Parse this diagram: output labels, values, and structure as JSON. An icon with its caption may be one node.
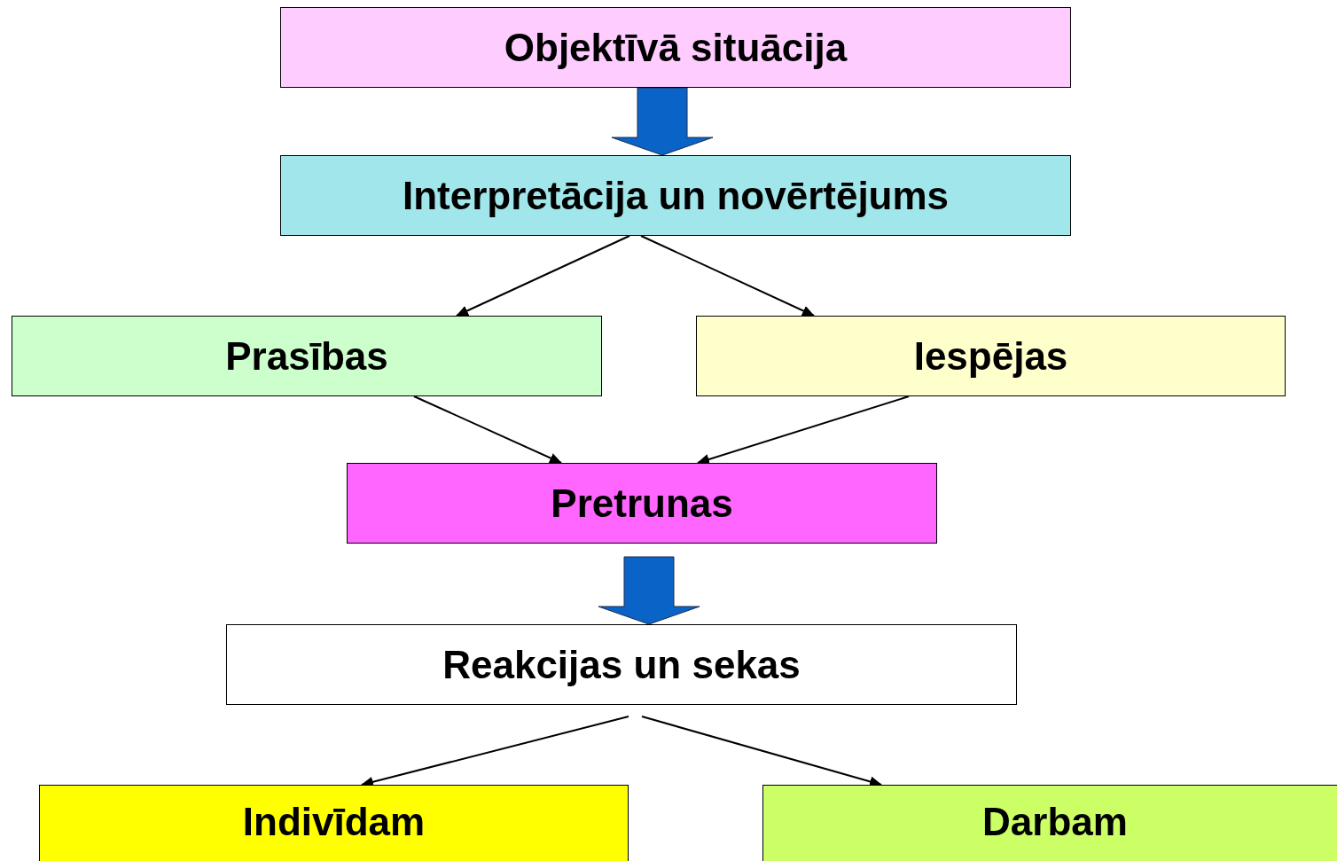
{
  "diagram": {
    "nodes": [
      {
        "text": [
          "Objektīvā situācija"
        ]
      },
      {
        "text": [
          "Interpretācija un novērtējums"
        ]
      },
      {
        "text": [
          "Prasības"
        ]
      },
      {
        "text": [
          "Iespējas"
        ]
      },
      {
        "text": [
          "Pretrunas"
        ]
      },
      {
        "text": [
          "Reakcijas un sekas"
        ]
      },
      {
        "text": [
          "Indivīdam"
        ]
      },
      {
        "text": [
          "Darbam"
        ]
      }
    ],
    "edges": [
      {
        "from": 0,
        "to": 1,
        "arrow": "to",
        "style": "thick",
        "color": "#0a64c8"
      },
      {
        "from": 1,
        "to": 2,
        "arrow": "to"
      },
      {
        "from": 1,
        "to": 3,
        "arrow": "to"
      },
      {
        "from": 2,
        "to": 4,
        "arrow": "to"
      },
      {
        "from": 3,
        "to": 4,
        "arrow": "to"
      },
      {
        "from": 4,
        "to": 5,
        "arrow": "to",
        "style": "thick",
        "color": "#0a64c8"
      },
      {
        "from": 5,
        "to": 6,
        "arrow": "to"
      },
      {
        "from": 5,
        "to": 7,
        "arrow": "to"
      }
    ]
  }
}
